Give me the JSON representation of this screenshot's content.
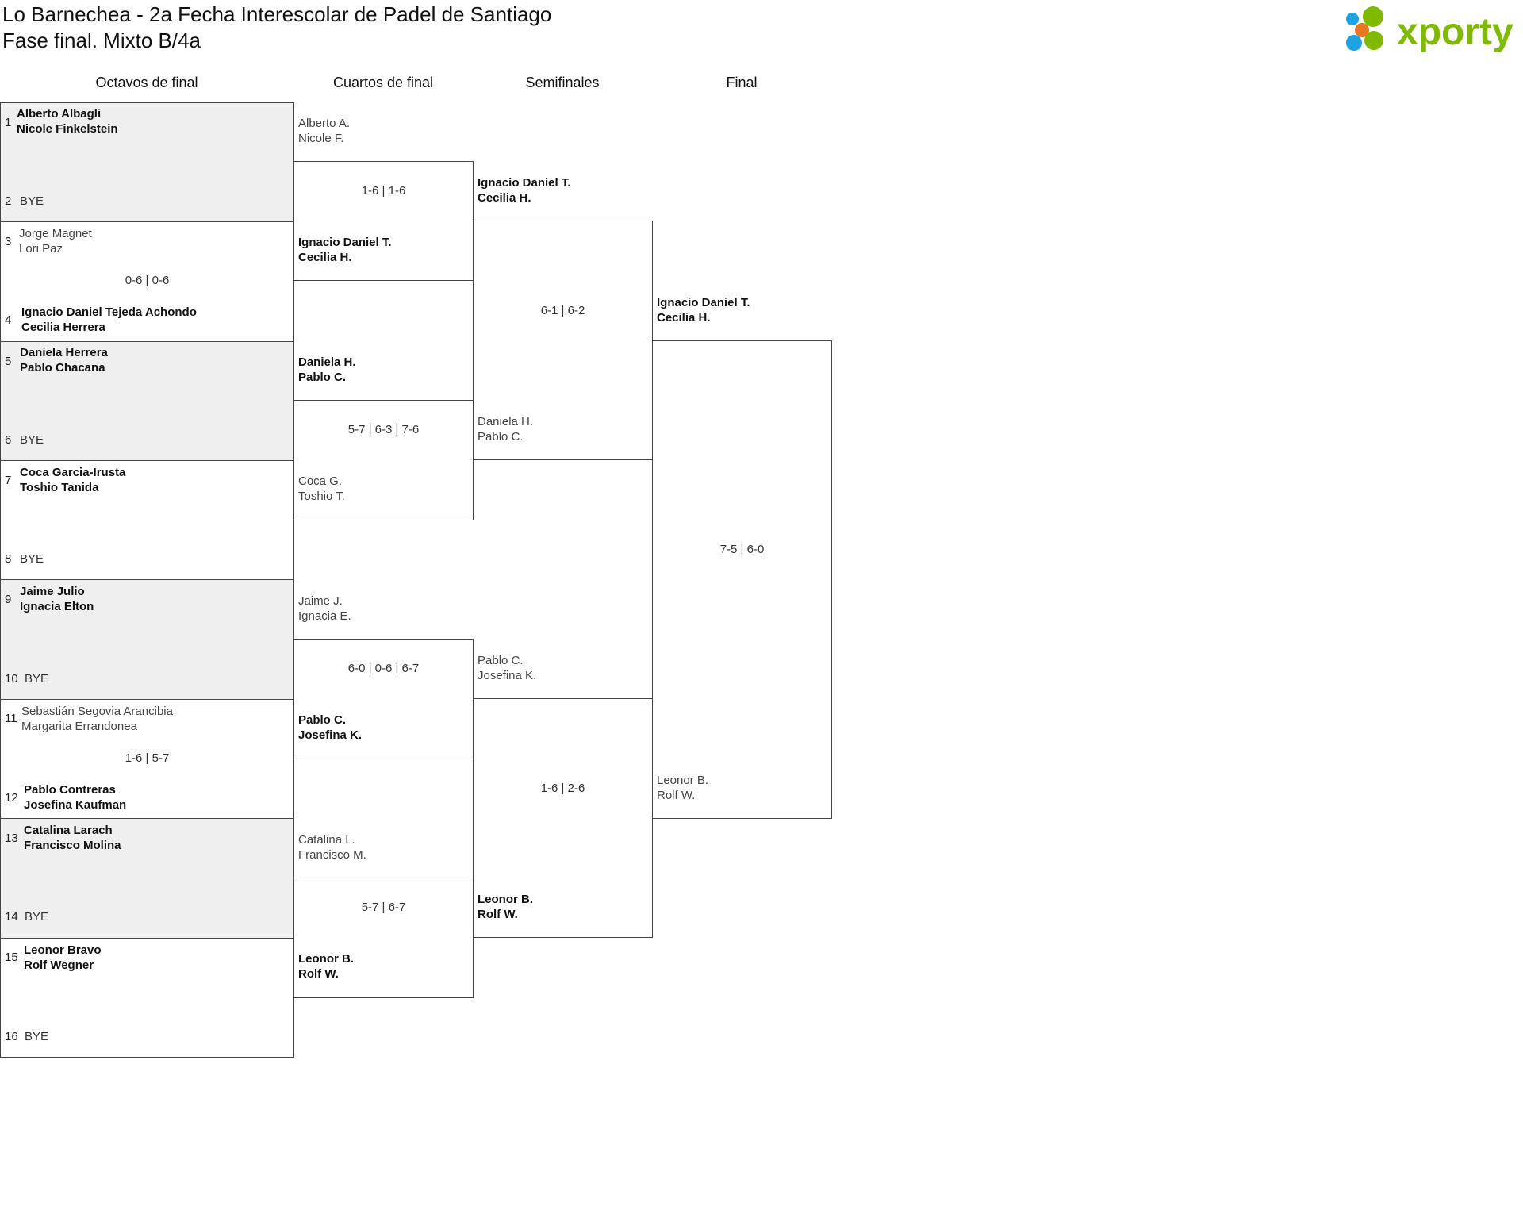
{
  "header": {
    "title_line1": "Lo Barnechea - 2a Fecha Interescolar de Padel de Santiago",
    "title_line2": "Fase final. Mixto B/4a"
  },
  "logo": {
    "text": "xporty",
    "color": "#7fba00",
    "dots": [
      "#7fba00",
      "#e87722",
      "#1ea2e0"
    ]
  },
  "rounds": [
    "Octavos de final",
    "Cuartos de final",
    "Semifinales",
    "Final"
  ],
  "r16": [
    {
      "seed_top": "1",
      "seed_bottom": "2",
      "top": [
        "Alberto Albagli",
        "Nicole Finkelstein"
      ],
      "bottom": "BYE",
      "score": "",
      "shaded": true
    },
    {
      "seed_top": "3",
      "seed_bottom": "4",
      "top": [
        "Jorge Magnet",
        "Lori Paz"
      ],
      "bottom": [
        "Ignacio Daniel Tejeda Achondo",
        "Cecilia Herrera"
      ],
      "score": "0-6 | 0-6",
      "shaded": false
    },
    {
      "seed_top": "5",
      "seed_bottom": "6",
      "top": [
        "Daniela Herrera",
        "Pablo Chacana"
      ],
      "bottom": "BYE",
      "score": "",
      "shaded": true
    },
    {
      "seed_top": "7",
      "seed_bottom": "8",
      "top": [
        "Coca Garcia-Irusta",
        "Toshio Tanida"
      ],
      "bottom": "BYE",
      "score": "",
      "shaded": false
    },
    {
      "seed_top": "9",
      "seed_bottom": "10",
      "top": [
        "Jaime Julio",
        "Ignacia Elton"
      ],
      "bottom": "BYE",
      "score": "",
      "shaded": true
    },
    {
      "seed_top": "11",
      "seed_bottom": "12",
      "top": [
        "Sebastián Segovia Arancibia",
        "Margarita Errandonea"
      ],
      "bottom": [
        "Pablo Contreras",
        "Josefina Kaufman"
      ],
      "score": "1-6 | 5-7",
      "shaded": false
    },
    {
      "seed_top": "13",
      "seed_bottom": "14",
      "top": [
        "Catalina Larach",
        "Francisco Molina"
      ],
      "bottom": "BYE",
      "score": "",
      "shaded": true
    },
    {
      "seed_top": "15",
      "seed_bottom": "16",
      "top": [
        "Leonor Bravo",
        "Rolf Wegner"
      ],
      "bottom": "BYE",
      "score": "",
      "shaded": false
    }
  ],
  "qf": [
    {
      "top": [
        "Alberto A.",
        "Nicole F."
      ],
      "bottom": [
        "Ignacio Daniel T.",
        "Cecilia H."
      ],
      "score": "1-6 | 1-6",
      "winner": "bottom"
    },
    {
      "top": [
        "Daniela H.",
        "Pablo C."
      ],
      "bottom": [
        "Coca G.",
        "Toshio T."
      ],
      "score": "5-7 | 6-3 | 7-6",
      "winner": "top"
    },
    {
      "top": [
        "Jaime J.",
        "Ignacia E."
      ],
      "bottom": [
        "Pablo C.",
        "Josefina K."
      ],
      "score": "6-0 | 0-6 | 6-7",
      "winner": "bottom"
    },
    {
      "top": [
        "Catalina L.",
        "Francisco M."
      ],
      "bottom": [
        "Leonor B.",
        "Rolf W."
      ],
      "score": "5-7 | 6-7",
      "winner": "bottom"
    }
  ],
  "sf": [
    {
      "top": [
        "Ignacio Daniel T.",
        "Cecilia H."
      ],
      "bottom": [
        "Daniela H.",
        "Pablo C."
      ],
      "score": "6-1 | 6-2",
      "winner": "top"
    },
    {
      "top": [
        "Pablo C.",
        "Josefina K."
      ],
      "bottom": [
        "Leonor B.",
        "Rolf W."
      ],
      "score": "1-6 | 2-6",
      "winner": "bottom"
    }
  ],
  "final": {
    "top": [
      "Ignacio Daniel T.",
      "Cecilia H."
    ],
    "bottom": [
      "Leonor B.",
      "Rolf W."
    ],
    "score": "7-5 | 6-0"
  }
}
